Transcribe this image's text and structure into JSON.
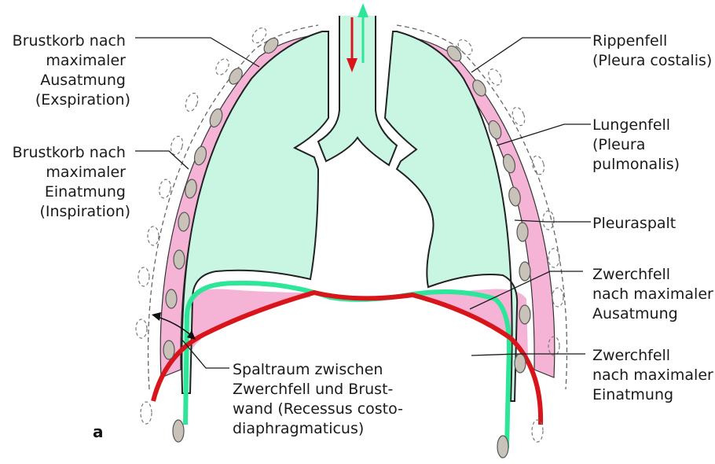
{
  "panel_label": "a",
  "labels": {
    "left_top": [
      "Brustkorb nach",
      "maximaler",
      "Ausatmung",
      "(Exspiration)"
    ],
    "left_mid": [
      "Brustkorb nach",
      "maximaler",
      "Einatmung",
      "(Inspiration)"
    ],
    "right_1": [
      "Rippenfell",
      "(Pleura costalis)"
    ],
    "right_2": [
      "Lungenfell",
      "(Pleura",
      "pulmonalis)"
    ],
    "right_3": [
      "Pleuraspalt"
    ],
    "right_4": [
      "Zwerchfell",
      "nach maximaler",
      "Ausatmung"
    ],
    "right_5": [
      "Zwerchfell",
      "nach maximaler",
      "Einatmung"
    ],
    "bottom": [
      "Spaltraum zwischen",
      "Zwerchfell und Brust-",
      "wand (Recessus costo-",
      "diaphragmaticus)"
    ]
  },
  "colors": {
    "lung": "#c9f5e3",
    "pleura_space": "#f5b3d6",
    "diaphragm_expiration": "#2de69a",
    "diaphragm_inspiration": "#d8151b",
    "arrow_in": "#d8151b",
    "arrow_out": "#2de69a"
  }
}
